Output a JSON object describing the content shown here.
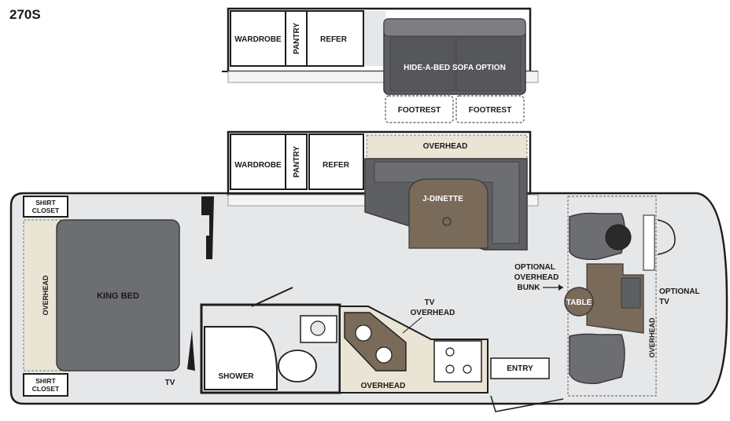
{
  "model": "270S",
  "slide_option": {
    "wardrobe": "WARDROBE",
    "pantry": "PANTRY",
    "refer": "REFER",
    "sofa": "HIDE-A-BED SOFA OPTION",
    "footrest_left": "FOOTREST",
    "footrest_right": "FOOTREST"
  },
  "floorplan": {
    "wardrobe": "WARDROBE",
    "pantry": "PANTRY",
    "refer": "REFER",
    "overhead_top": "OVERHEAD",
    "dinette": "J-DINETTE",
    "shirt_closet_top_1": "SHIRT",
    "shirt_closet_top_2": "CLOSET",
    "shirt_closet_bottom_1": "SHIRT",
    "shirt_closet_bottom_2": "CLOSET",
    "overhead_left": "OVERHEAD",
    "king_bed": "KING BED",
    "shower": "SHOWER",
    "tv_bedroom": "TV",
    "tv_overhead_1": "TV",
    "tv_overhead_2": "OVERHEAD",
    "overhead_kitchen": "OVERHEAD",
    "entry": "ENTRY",
    "bunk_1": "OPTIONAL",
    "bunk_2": "OVERHEAD",
    "bunk_3": "BUNK",
    "table": "TABLE",
    "optional_tv_1": "OPTIONAL",
    "optional_tv_2": "TV",
    "overhead_cab": "OVERHEAD"
  },
  "colors": {
    "floor": "#e6e7e9",
    "wall": "#1d1d1d",
    "bed": "#6d6e71",
    "sofa": "#5e5f62",
    "brown": "#7a6a5a",
    "overhead": "#e9e4d4"
  }
}
